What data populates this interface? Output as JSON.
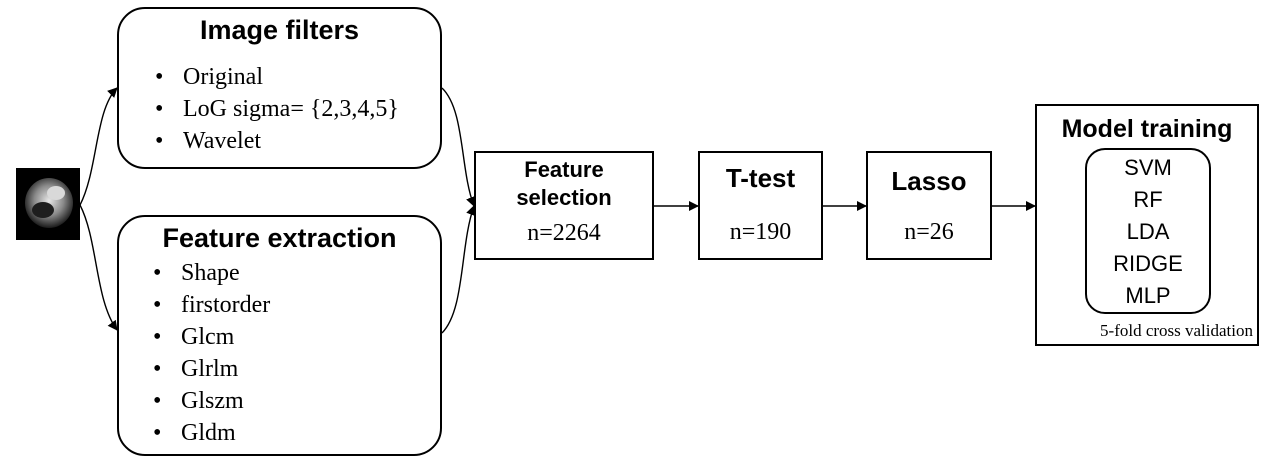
{
  "image_filters": {
    "title": "Image filters",
    "items": [
      "Original",
      "LoG sigma= {2,3,4,5}",
      "Wavelet"
    ]
  },
  "feature_extraction": {
    "title": "Feature extraction",
    "items": [
      "Shape",
      "firstorder",
      "Glcm",
      "Glrlm",
      "Glszm",
      "Gldm"
    ]
  },
  "feature_selection": {
    "title_line1": "Feature",
    "title_line2": "selection",
    "count": "n=2264"
  },
  "ttest": {
    "title": "T-test",
    "count": "n=190"
  },
  "lasso": {
    "title": "Lasso",
    "count": "n=26"
  },
  "model_training": {
    "title": "Model training",
    "models": [
      "SVM",
      "RF",
      "LDA",
      "RIDGE",
      "MLP"
    ],
    "note": "5-fold cross validation"
  },
  "bullet_glyph": "•",
  "colors": {
    "stroke": "#000000",
    "background": "#ffffff"
  }
}
